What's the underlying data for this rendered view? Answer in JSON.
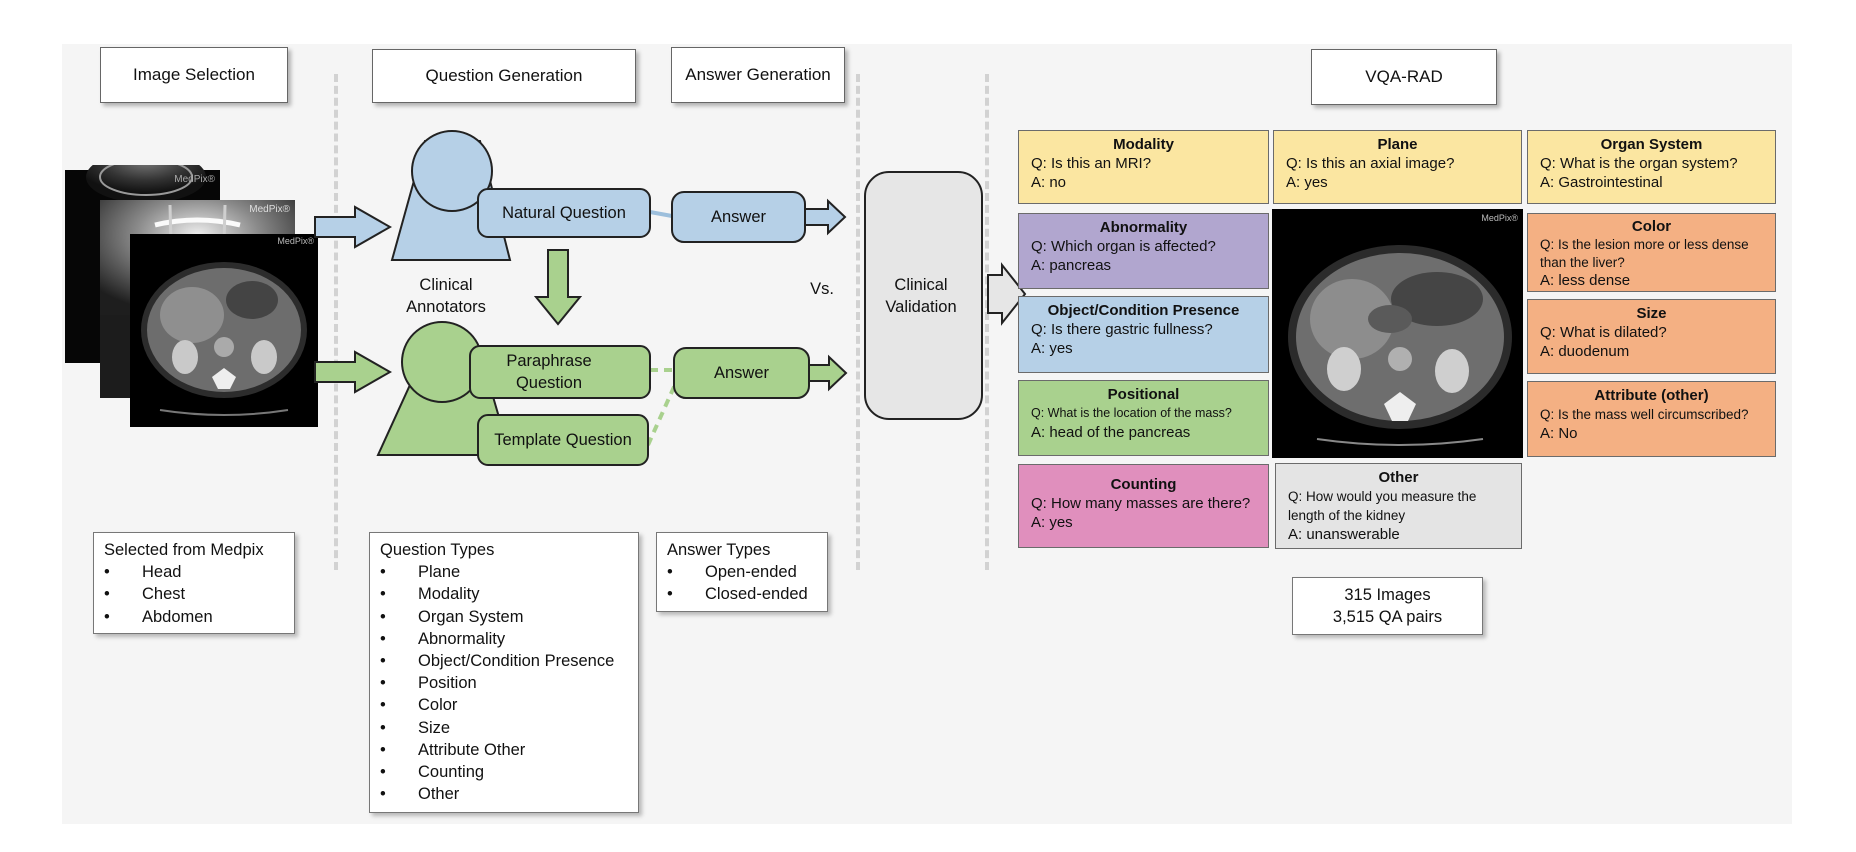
{
  "headers": {
    "image_selection": "Image Selection",
    "question_generation": "Question Generation",
    "answer_generation": "Answer Generation",
    "dataset": "VQA-RAD"
  },
  "images": {
    "watermark": "MedPix®"
  },
  "flow": {
    "natural_question": "Natural Question",
    "paraphrase_question": "Paraphrase Question",
    "template_question": "Template Question",
    "answer_1": "Answer",
    "answer_2": "Answer",
    "annotators": "Clinical Annotators",
    "vs": "Vs.",
    "validation": "Clinical Validation"
  },
  "selection": {
    "title": "Selected from Medpix",
    "items": [
      "Head",
      "Chest",
      "Abdomen"
    ]
  },
  "question_types": {
    "title": "Question Types",
    "items": [
      "Plane",
      "Modality",
      "Organ System",
      "Abnormality",
      "Object/Condition Presence",
      "Position",
      "Color",
      "Size",
      "Attribute Other",
      "Counting",
      "Other"
    ]
  },
  "answer_types": {
    "title": "Answer Types",
    "items": [
      "Open-ended",
      "Closed-ended"
    ]
  },
  "cards": {
    "modality": {
      "title": "Modality",
      "q": "Q: Is this an MRI?",
      "a": "A: no",
      "color": "#fbe6a1"
    },
    "plane": {
      "title": "Plane",
      "q": "Q: Is this an axial image?",
      "a": "A: yes",
      "color": "#fbe6a1"
    },
    "organ_system": {
      "title": "Organ System",
      "q": "Q: What is the organ system?",
      "a": "A: Gastrointestinal",
      "color": "#fbe6a1"
    },
    "abnormality": {
      "title": "Abnormality",
      "q": "Q: Which organ is affected?",
      "a": "A: pancreas",
      "color": "#b1a6cf"
    },
    "presence": {
      "title": "Object/Condition Presence",
      "q": "Q: Is there gastric fullness?",
      "a": "A: yes",
      "color": "#b6d0e7"
    },
    "positional": {
      "title": "Positional",
      "q": "Q: What is the location of the mass?",
      "a": "A: head of the pancreas",
      "color": "#a9d18e"
    },
    "counting": {
      "title": "Counting",
      "q": "Q: How many masses are there?",
      "a": "A: yes",
      "color": "#e08fbd"
    },
    "color": {
      "title": "Color",
      "q": "Q: Is the lesion more or less dense than the liver?",
      "a": "A: less dense",
      "color": "#f4b083"
    },
    "size": {
      "title": "Size",
      "q": "Q: What is dilated?",
      "a": "A: duodenum",
      "color": "#f4b083"
    },
    "attribute": {
      "title": "Attribute (other)",
      "q": "Q: Is the mass well circumscribed?",
      "a": "A: No",
      "color": "#f4b083"
    },
    "other": {
      "title": "Other",
      "q": "Q: How would you measure the length of the kidney",
      "a": "A: unanswerable",
      "color": "#e4e4e4"
    }
  },
  "stats": {
    "images": "315 Images",
    "qa_pairs": "3,515 QA pairs"
  },
  "colors": {
    "natural_blue": "#b6d0e7",
    "paraphrase_green": "#a9d18e",
    "validation_gray": "#e6e6e6"
  }
}
